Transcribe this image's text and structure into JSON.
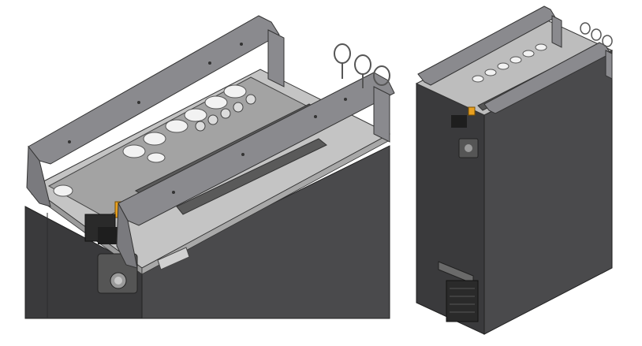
{
  "image": {
    "subject": "technical-render",
    "views": [
      {
        "name": "close-up-top-view"
      },
      {
        "name": "full-unit-view"
      }
    ]
  },
  "colors": {
    "background": "#ffffff",
    "enclosure_dark": "#4a4a4c",
    "enclosure_side": "#3a3a3c",
    "top_plate": "#bdbdbd",
    "bracket": "#8a8a8e",
    "terminal_orange": "#e8a020",
    "gland_white": "#f2f2f2"
  }
}
